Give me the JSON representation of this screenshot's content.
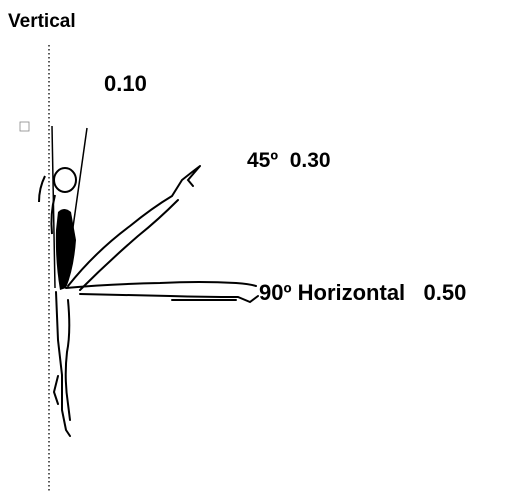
{
  "diagram": {
    "title": "Vertical",
    "labels": {
      "vertical_value": "0.10",
      "mid_angle": "45º",
      "mid_value": "0.30",
      "horizontal": "90º Horizontal",
      "horizontal_value": "0.50"
    },
    "colors": {
      "ink": "#000000",
      "background": "#ffffff",
      "guide": "#000000"
    }
  }
}
